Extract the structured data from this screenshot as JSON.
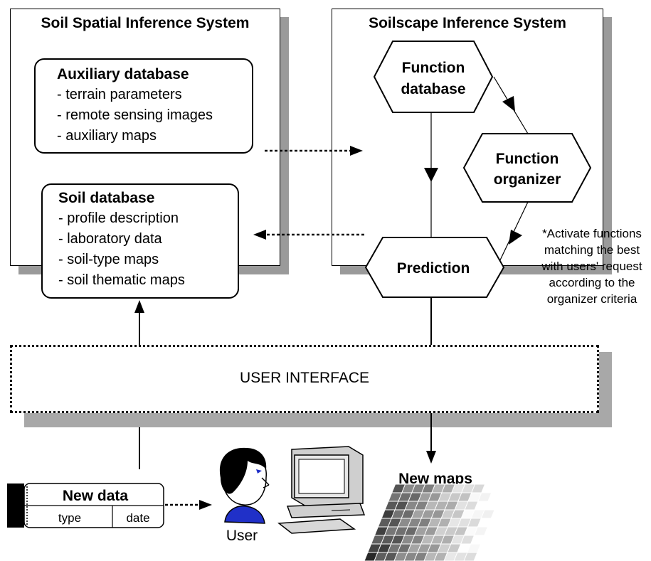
{
  "left_panel": {
    "title": "Soil Spatial Inference System",
    "auxiliary_box": {
      "heading": "Auxiliary database",
      "items": [
        "- terrain parameters",
        "- remote sensing images",
        "- auxiliary maps"
      ]
    },
    "soil_box": {
      "heading": "Soil database",
      "items": [
        "- profile description",
        "- laboratory data",
        "- soil-type maps",
        "- soil thematic maps"
      ]
    }
  },
  "right_panel": {
    "title": "Soilscape Inference System",
    "function_database": [
      "Function",
      "database"
    ],
    "function_organizer": [
      "Function",
      "organizer"
    ],
    "prediction": "Prediction",
    "note": [
      "*Activate functions",
      "matching the best",
      "with users' request",
      "according to the",
      "organizer criteria"
    ]
  },
  "user_interface": {
    "label": "USER INTERFACE"
  },
  "new_data": {
    "title": "New data",
    "fields": [
      "type",
      "date"
    ]
  },
  "user": {
    "label": "User",
    "icon": "user-head-icon"
  },
  "computer": {
    "icon": "computer-icon"
  },
  "new_maps": {
    "label": "New maps",
    "icon": "map-grid-icon"
  },
  "colors": {
    "shadow": "#9a9a9a",
    "line": "#000000",
    "background": "#ffffff"
  }
}
